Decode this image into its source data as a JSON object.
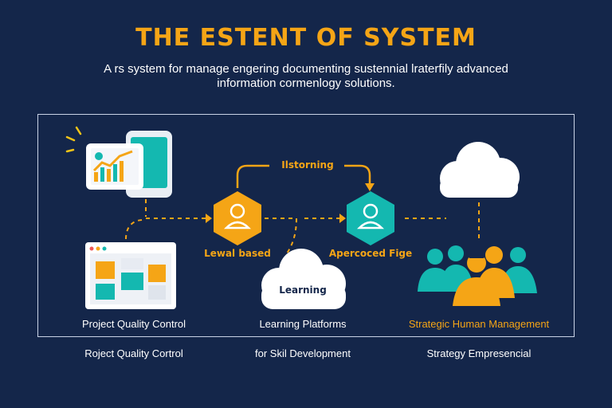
{
  "header": {
    "title": "THE ESTENT OF SYSTEM",
    "subtitle_line1": "A rs system for manage engering documenting sustennial lraterfily advanced",
    "subtitle_line2": "information cormenlogy solutions."
  },
  "diagram": {
    "top_connector_label": "Ilstorning",
    "node_left_label": "Lewal based",
    "node_right_label": "Apercoced Fige",
    "cloud_label": "Learning",
    "column_left_caption": "Project Quality Control",
    "column_mid_caption": "Learning Platforms",
    "column_right_caption": "Strategic Human Management"
  },
  "footer": {
    "left": "Roject Quality Cortrol",
    "mid": "for Skil Development",
    "right": "Strategy Empresencial"
  },
  "colors": {
    "background": "#14264a",
    "accent_orange": "#f5a516",
    "accent_teal": "#14b8b0",
    "white": "#ffffff"
  },
  "icons": [
    "chart-tablet-icon",
    "user-hexagon-icon",
    "cloud-icon",
    "dashboard-window-icon",
    "team-people-icon"
  ]
}
